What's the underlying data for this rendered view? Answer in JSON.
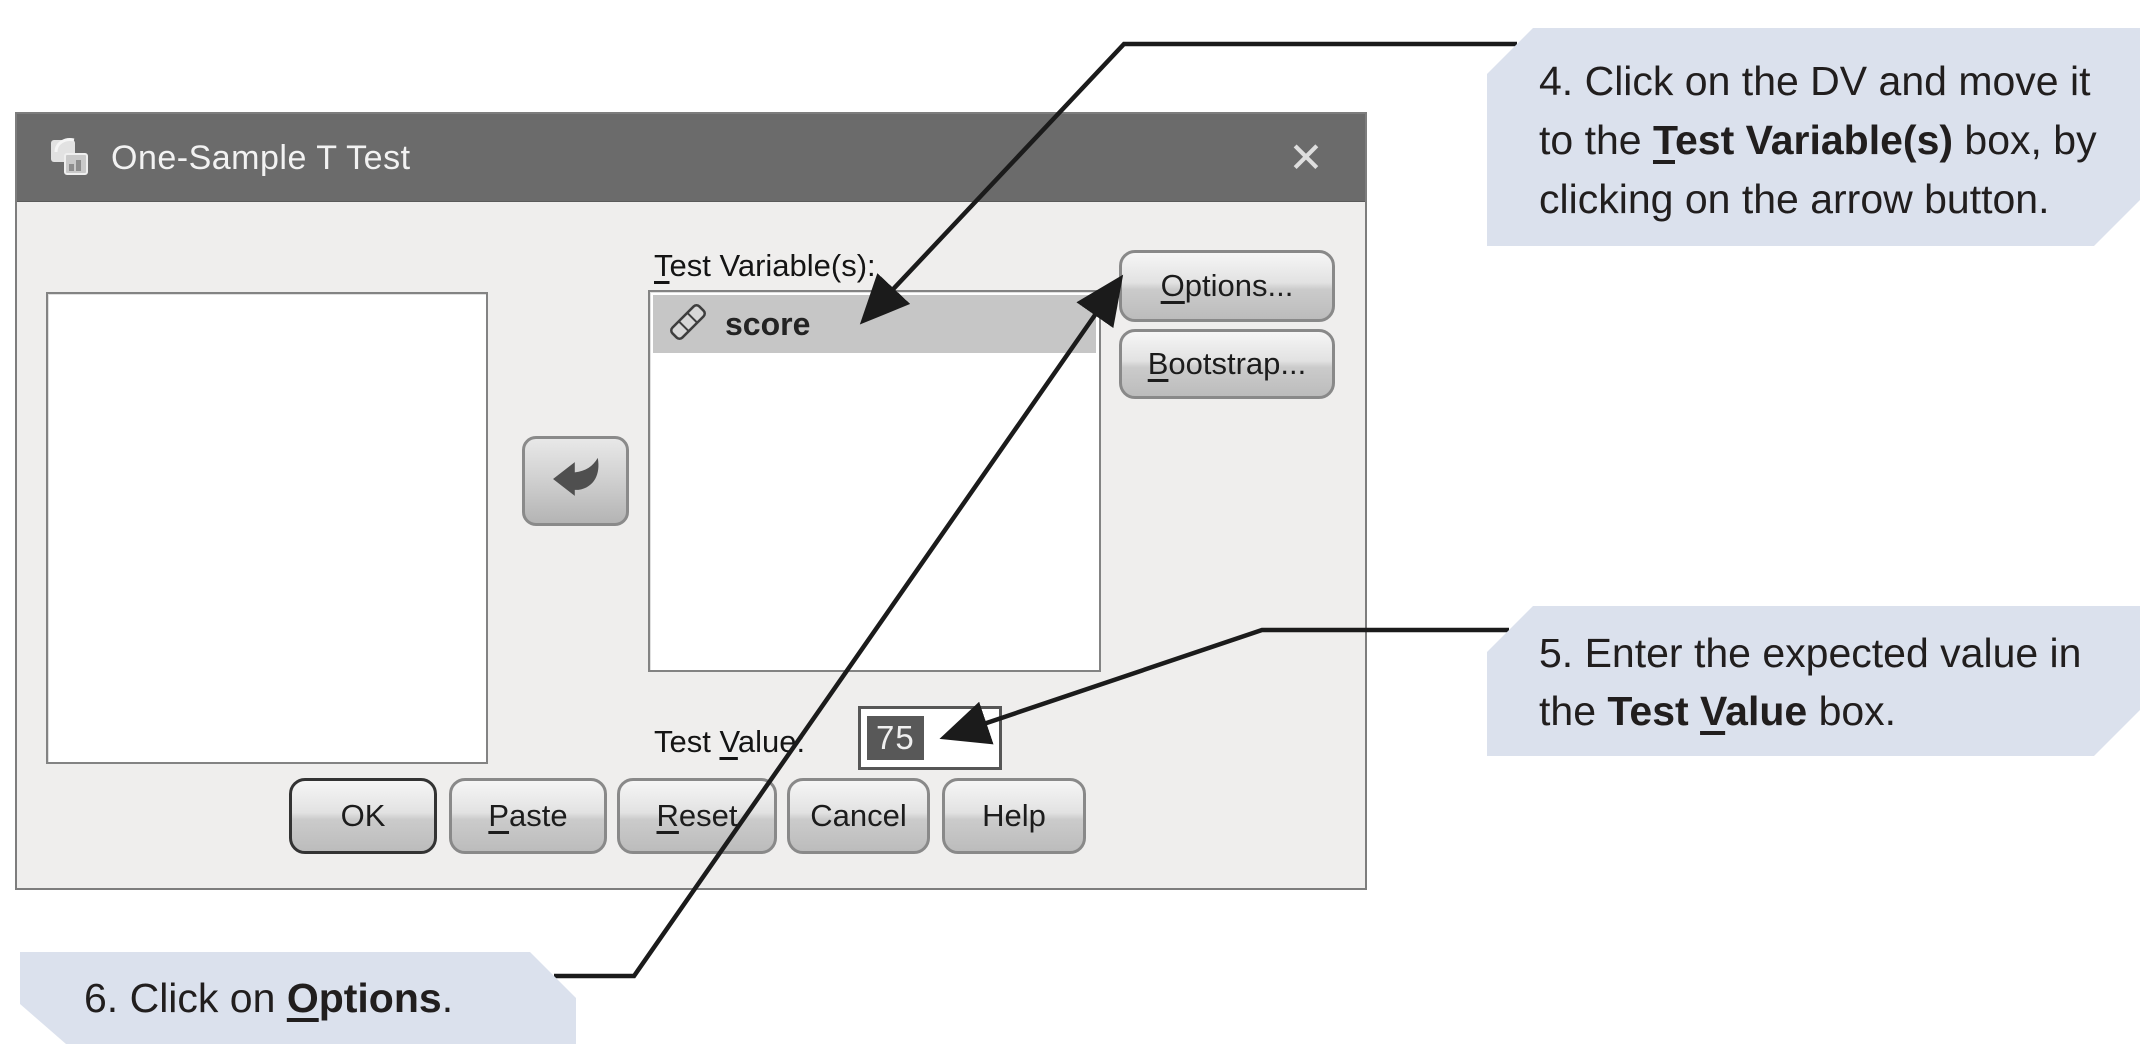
{
  "window": {
    "title": "One-Sample T Test"
  },
  "icons": {
    "app_icon": "spss-dialog-icon",
    "close_icon": "✕",
    "scale_icon": "diagonal-ruler-scale-measure",
    "transfer_icon": "left-bent-transfer-arrow"
  },
  "labels": {
    "test_variables": {
      "pre": "",
      "u": "T",
      "rest": "est Variable(s):"
    },
    "test_value": {
      "pre": "Test ",
      "u": "V",
      "rest": "alue:"
    }
  },
  "variables": {
    "selected": [
      {
        "name": "score",
        "measure": "scale"
      }
    ]
  },
  "test_value": "75",
  "side_buttons": [
    {
      "id": "options",
      "pre": "",
      "u": "O",
      "rest": "ptions..."
    },
    {
      "id": "bootstrap",
      "pre": "",
      "u": "B",
      "rest": "ootstrap..."
    }
  ],
  "bottom_buttons": [
    {
      "id": "ok",
      "pre": "OK",
      "u": "",
      "rest": "",
      "default": true
    },
    {
      "id": "paste",
      "pre": "",
      "u": "P",
      "rest": "aste"
    },
    {
      "id": "reset",
      "pre": "",
      "u": "R",
      "rest": "eset"
    },
    {
      "id": "cancel",
      "pre": "Cancel",
      "u": "",
      "rest": ""
    },
    {
      "id": "help",
      "pre": "Help",
      "u": "",
      "rest": ""
    }
  ],
  "annotations": [
    {
      "id": "step4",
      "pre": "4. Click on the DV and move it to the ",
      "bold_pre": "",
      "bold_u": "T",
      "bold_rest": "est Variable(s)",
      "post": " box, by clicking on the arrow button."
    },
    {
      "id": "step5",
      "pre": "5. Enter the expected value in the ",
      "bold_pre": "Test ",
      "bold_u": "V",
      "bold_rest": "alue",
      "post": " box."
    },
    {
      "id": "step6",
      "pre": "6. Click on ",
      "bold_pre": "",
      "bold_u": "O",
      "bold_rest": "ptions",
      "post": "."
    }
  ],
  "colors": {
    "titlebar": "#6b6b6b",
    "dialog_bg": "#efeeed",
    "callout_bg": "#dbe1ed",
    "highlight_row": "#c6c6c6",
    "selection_bg": "#585858",
    "line": "#1b1b1b"
  }
}
